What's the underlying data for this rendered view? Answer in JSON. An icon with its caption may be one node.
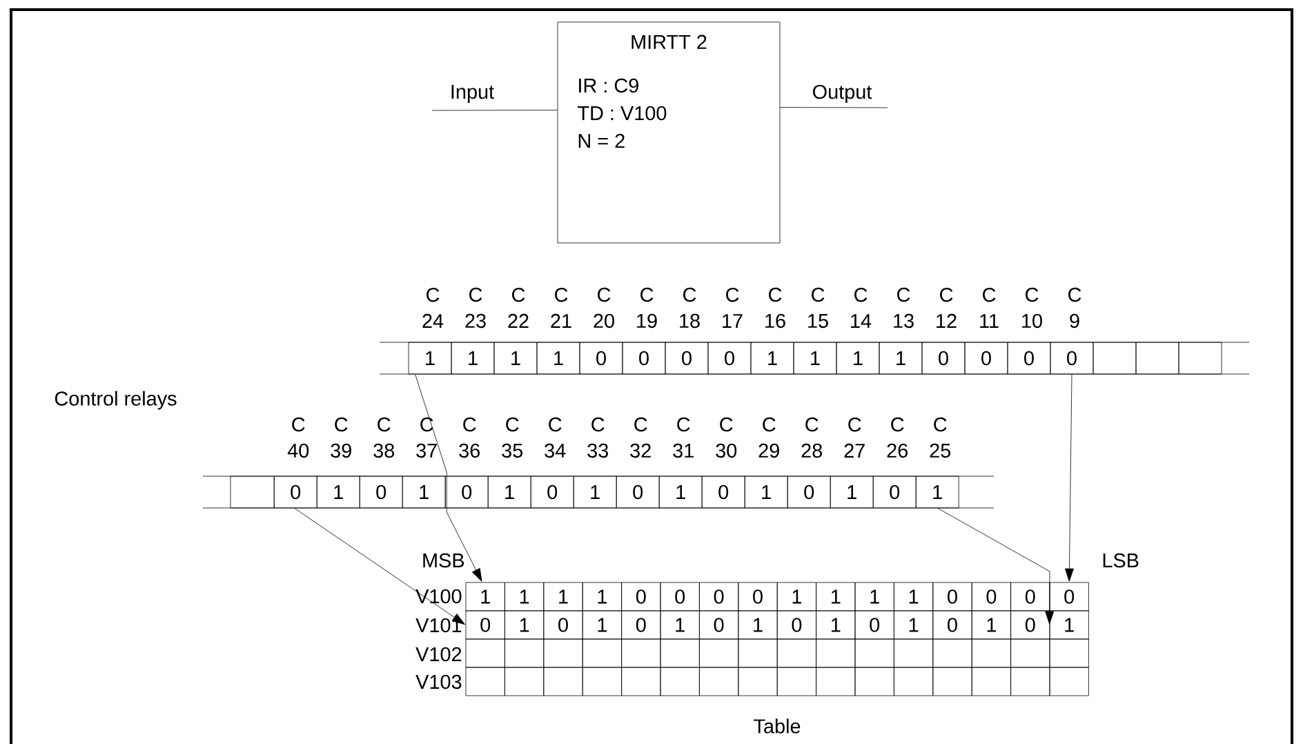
{
  "diagram": {
    "nodes": [
      {
        "text": [
          "MIRTT 2",
          "IR  :   C9",
          "TD :   V100",
          "N  =   2"
        ]
      },
      {
        "text": [
          "1"
        ],
        "beside": [
          "C 24"
        ]
      },
      {
        "text": [
          "1"
        ],
        "beside": [
          "C 23"
        ]
      },
      {
        "text": [
          "1"
        ],
        "beside": [
          "C 22"
        ]
      },
      {
        "text": [
          "1"
        ],
        "beside": [
          "C 21"
        ]
      },
      {
        "text": [
          "0"
        ],
        "beside": [
          "C 20"
        ]
      },
      {
        "text": [
          "0"
        ],
        "beside": [
          "C 19"
        ]
      },
      {
        "text": [
          "0"
        ],
        "beside": [
          "C 18"
        ]
      },
      {
        "text": [
          "0"
        ],
        "beside": [
          "C 17"
        ]
      },
      {
        "text": [
          "1"
        ],
        "beside": [
          "C 16"
        ]
      },
      {
        "text": [
          "1"
        ],
        "beside": [
          "C 15"
        ]
      },
      {
        "text": [
          "1"
        ],
        "beside": [
          "C 14"
        ]
      },
      {
        "text": [
          "1"
        ],
        "beside": [
          "C 13"
        ]
      },
      {
        "text": [
          "0"
        ],
        "beside": [
          "C 12"
        ]
      },
      {
        "text": [
          "0"
        ],
        "beside": [
          "C 11"
        ]
      },
      {
        "text": [
          "0"
        ],
        "beside": [
          "C 10"
        ]
      },
      {
        "text": [
          "0"
        ],
        "beside": [
          "C 9"
        ]
      },
      {
        "text": [],
        "shape": "box"
      },
      {
        "text": [],
        "shape": "box"
      },
      {
        "text": [],
        "shape": "box"
      },
      {
        "text": [],
        "shape": "box"
      },
      {
        "text": [
          "0"
        ],
        "beside": [
          "C 40"
        ]
      },
      {
        "text": [
          "1"
        ],
        "beside": [
          "C 39"
        ]
      },
      {
        "text": [
          "0"
        ],
        "beside": [
          "C 38"
        ]
      },
      {
        "text": [
          "1"
        ],
        "beside": [
          "C 37"
        ]
      },
      {
        "text": [
          "0"
        ],
        "beside": [
          "C 36"
        ]
      },
      {
        "text": [
          "1"
        ],
        "beside": [
          "C 35"
        ]
      },
      {
        "text": [
          "0"
        ],
        "beside": [
          "C 34"
        ]
      },
      {
        "text": [
          "1"
        ],
        "beside": [
          "C 33"
        ]
      },
      {
        "text": [
          "0"
        ],
        "beside": [
          "C 32"
        ]
      },
      {
        "text": [
          "1"
        ],
        "beside": [
          "C 31"
        ]
      },
      {
        "text": [
          "0"
        ],
        "beside": [
          "C 30"
        ]
      },
      {
        "text": [
          "1"
        ],
        "beside": [
          "C 29"
        ]
      },
      {
        "text": [
          "0"
        ],
        "beside": [
          "C 28"
        ]
      },
      {
        "text": [
          "1"
        ],
        "beside": [
          "C 27"
        ]
      },
      {
        "text": [
          "0"
        ],
        "beside": [
          "C 26"
        ]
      },
      {
        "text": [
          "1"
        ],
        "beside": [
          "C 25"
        ]
      },
      {
        "text": [
          "1"
        ]
      },
      {
        "text": [
          "1"
        ]
      },
      {
        "text": [
          "1"
        ]
      },
      {
        "text": [
          "1"
        ]
      },
      {
        "text": [
          "0"
        ]
      },
      {
        "text": [
          "0"
        ]
      },
      {
        "text": [
          "0"
        ]
      },
      {
        "text": [
          "0"
        ]
      },
      {
        "text": [
          "1"
        ]
      },
      {
        "text": [
          "1"
        ]
      },
      {
        "text": [
          "1"
        ]
      },
      {
        "text": [
          "1"
        ]
      },
      {
        "text": [
          "0"
        ]
      },
      {
        "text": [
          "0"
        ]
      },
      {
        "text": [
          "0"
        ]
      },
      {
        "text": [
          "0"
        ]
      },
      {
        "text": [
          "0"
        ]
      },
      {
        "text": [
          "1"
        ]
      },
      {
        "text": [
          "0"
        ]
      },
      {
        "text": [
          "1"
        ]
      },
      {
        "text": [
          "0"
        ]
      },
      {
        "text": [
          "1"
        ]
      },
      {
        "text": [
          "0"
        ]
      },
      {
        "text": [
          "1"
        ]
      },
      {
        "text": [
          "0"
        ]
      },
      {
        "text": [
          "1"
        ]
      },
      {
        "text": [
          "0"
        ]
      },
      {
        "text": [
          "1"
        ]
      },
      {
        "text": [
          "0"
        ]
      },
      {
        "text": [
          "1"
        ]
      },
      {
        "text": [
          "0"
        ]
      },
      {
        "text": [
          "1"
        ]
      },
      {
        "text": [],
        "shape": "box"
      },
      {
        "text": [],
        "shape": "box"
      },
      {
        "text": [],
        "shape": "box"
      },
      {
        "text": [],
        "shape": "box"
      },
      {
        "text": [],
        "shape": "box"
      },
      {
        "text": [],
        "shape": "box"
      },
      {
        "text": [],
        "shape": "box"
      },
      {
        "text": [],
        "shape": "box"
      },
      {
        "text": [],
        "shape": "box"
      },
      {
        "text": [],
        "shape": "box"
      },
      {
        "text": [],
        "shape": "box"
      },
      {
        "text": [],
        "shape": "box"
      },
      {
        "text": [],
        "shape": "box"
      },
      {
        "text": [],
        "shape": "box"
      },
      {
        "text": [],
        "shape": "box"
      },
      {
        "text": [],
        "shape": "box"
      },
      {
        "text": [],
        "shape": "box"
      },
      {
        "text": [],
        "shape": "box"
      },
      {
        "text": [],
        "shape": "box"
      },
      {
        "text": [],
        "shape": "box"
      },
      {
        "text": [],
        "shape": "box"
      },
      {
        "text": [],
        "shape": "box"
      },
      {
        "text": [],
        "shape": "box"
      },
      {
        "text": [],
        "shape": "box"
      },
      {
        "text": [],
        "shape": "box"
      },
      {
        "text": [],
        "shape": "box"
      },
      {
        "text": [],
        "shape": "box"
      },
      {
        "text": [],
        "shape": "box"
      },
      {
        "text": [],
        "shape": "box"
      },
      {
        "text": [],
        "shape": "box"
      },
      {
        "text": [],
        "shape": "box"
      },
      {
        "text": [],
        "shape": "box"
      }
    ],
    "edges": [
      {
        "from": null,
        "to": 0,
        "arrow": "none",
        "label": "Input"
      },
      {
        "from": 0,
        "to": null,
        "arrow": "none",
        "label": "Output"
      },
      {
        "from": 1,
        "to": 37,
        "arrow": "to"
      },
      {
        "from": 16,
        "to": 52,
        "arrow": "to"
      },
      {
        "from": 21,
        "to": 53,
        "arrow": "to"
      },
      {
        "from": 36,
        "to": 68,
        "arrow": "to"
      }
    ],
    "labels": [
      "Control relays",
      "MSB",
      "LSB",
      "V100",
      "V101",
      "V102",
      "V103",
      "Table"
    ]
  }
}
